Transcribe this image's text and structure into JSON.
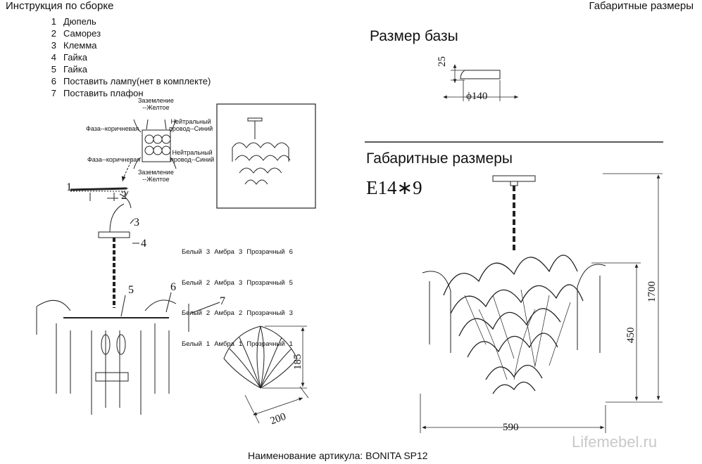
{
  "header": {
    "left_title": "Инструкция по сборке",
    "right_title": "Габаритные размеры"
  },
  "steps": [
    {
      "n": "1",
      "text": "Дюпель"
    },
    {
      "n": "2",
      "text": "Саморез"
    },
    {
      "n": "3",
      "text": "Клемма"
    },
    {
      "n": "4",
      "text": "Гайка"
    },
    {
      "n": "5",
      "text": "Гайка"
    },
    {
      "n": "6",
      "text": "Поставить лампу(нет в комплекте)"
    },
    {
      "n": "7",
      "text": "Поставить плафон"
    }
  ],
  "wiring": {
    "ground_top": "Заземление\n--Желтое",
    "phase_top": "Фаза--коричневая",
    "neutral_top": "Нейтральный\nпровод--Синий",
    "phase_bottom": "Фаза--коричневая",
    "neutral_bottom": "Нейтральный\nпровод--Синий",
    "ground_bottom": "Заземление\n--Желтое"
  },
  "shade_table": [
    [
      "Белый",
      "3",
      "Амбра",
      "3",
      "Прозрачный",
      "6"
    ],
    [
      "Белый",
      "2",
      "Амбра",
      "3",
      "Прозрачный",
      "5"
    ],
    [
      "Белый",
      "2",
      "Амбра",
      "2",
      "Прозрачный",
      "3"
    ],
    [
      "Белый",
      "1",
      "Амбра",
      "1",
      "Прозрачный",
      "1"
    ]
  ],
  "callouts": [
    "1",
    "2",
    "3",
    "4",
    "5",
    "6",
    "7"
  ],
  "base": {
    "title": "Размер базы",
    "height": "25",
    "diameter": "ϕ140"
  },
  "dimensions": {
    "title": "Габаритные размеры",
    "lamps": "E14∗9",
    "total_height": "1700",
    "body_height": "450",
    "width": "590"
  },
  "shade": {
    "height": "185",
    "width": "200"
  },
  "footer": {
    "article": "Наименование артикула: BONITA SP12",
    "watermark": "Lifemebel.ru"
  }
}
